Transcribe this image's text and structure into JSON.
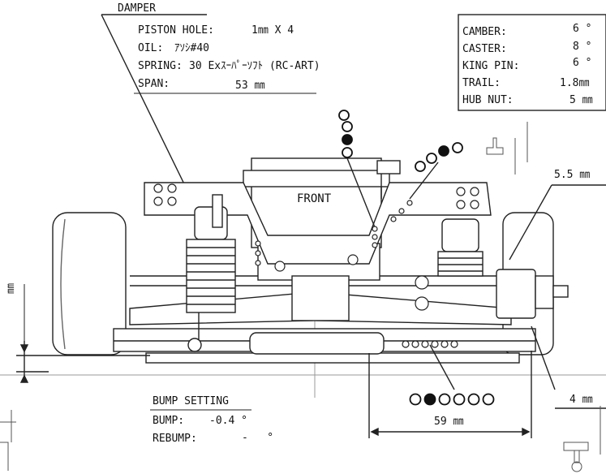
{
  "damper": {
    "title": "DAMPER",
    "piston_label": "PISTON HOLE:",
    "piston_value": "1㎜ X 4",
    "oil_label": "OIL:",
    "oil_value": "ｱｿｼ#40",
    "spring_label": "SPRING:",
    "spring_value": "30 Exｽｰﾊﾟｰｿﾌﾄ (RC-ART)",
    "span_label": "SPAN:",
    "span_value": "53 ㎜"
  },
  "alignment": {
    "camber_label": "CAMBER:",
    "camber_value": "6 °",
    "caster_label": "CASTER:",
    "caster_value": "8 °",
    "kingpin_label": "KING PIN:",
    "kingpin_value": "6 °",
    "trail_label": "TRAIL:",
    "trail_value": "1.8㎜",
    "hubnut_label": "HUB NUT:",
    "hubnut_value": "5 ㎜"
  },
  "dims": {
    "ride_height": "5.5 ㎜",
    "hub_offset": "4 ㎜",
    "track": "59 ㎜",
    "left_unit": "㎜"
  },
  "view_label": "FRONT",
  "bump": {
    "title": "BUMP SETTING",
    "bump_label": "BUMP:",
    "bump_value": "-0.4 °",
    "rebump_label": "REBUMP:",
    "rebump_value": "-   °"
  },
  "hole_selectors": {
    "left_tower": [
      false,
      false,
      true,
      false
    ],
    "right_tower": [
      false,
      false,
      true,
      false
    ],
    "bulkhead": [
      false,
      true,
      false,
      false,
      false,
      false
    ]
  }
}
